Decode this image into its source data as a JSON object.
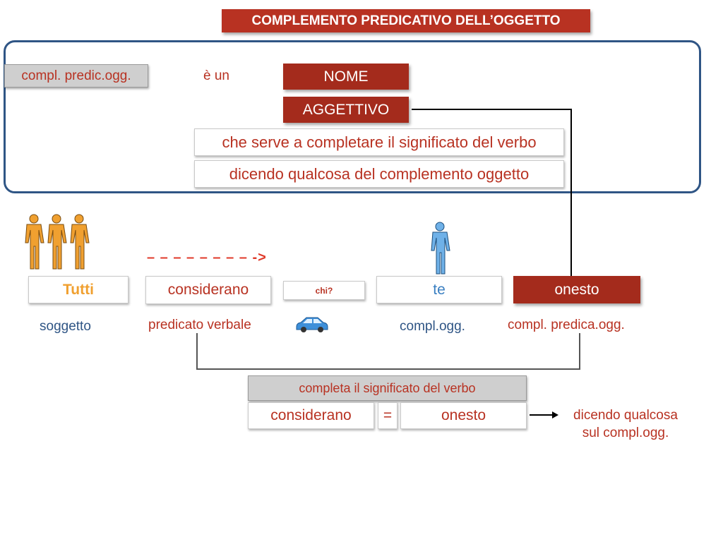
{
  "title": "COMPLEMENTO PREDICATIVO DELL’OGGETTO",
  "definition": {
    "tag": "compl. predic.ogg.",
    "is_a": "è un",
    "noun": "NOME",
    "adjective": "AGGETTIVO",
    "line1": "che serve a completare il significato del verbo",
    "line2": "dicendo qualcosa del complemento oggetto"
  },
  "example": {
    "arrow": "– – – – – – – – ->",
    "word_subject": "Tutti",
    "word_verb": "considerano",
    "question": "chi?",
    "word_object": "te",
    "word_predicative": "onesto",
    "label_subject": "soggetto",
    "label_verb": "predicato verbale",
    "label_object": "compl.ogg.",
    "label_predicative": "compl. predica.ogg."
  },
  "explanation": {
    "header": "completa il significato del verbo",
    "left": "considerano",
    "equals": "=",
    "right": "onesto",
    "note_line1": "dicendo qualcosa",
    "note_line2": "sul compl.ogg."
  },
  "colors": {
    "red": "#b83222",
    "dark_red": "#a42b1c",
    "blue": "#2f5585",
    "orange": "#f0a030",
    "light_blue": "#6fb1e8"
  },
  "icons": {
    "people": "three-persons-icon",
    "person": "person-icon",
    "car": "car-icon"
  }
}
